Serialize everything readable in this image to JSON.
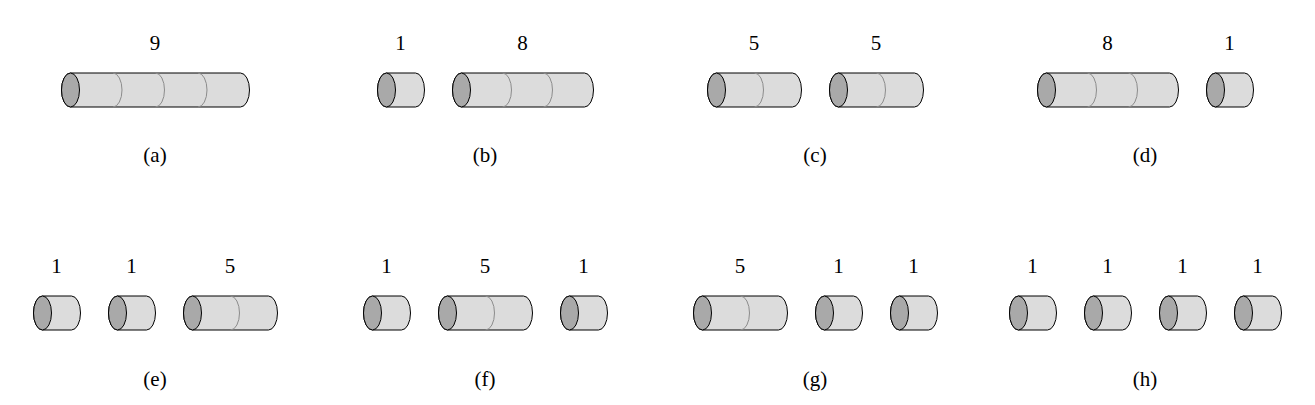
{
  "diagram": {
    "nodes": [
      {
        "text": [
          "9"
        ]
      },
      {
        "text": [
          "1"
        ]
      },
      {
        "text": [
          "8"
        ]
      },
      {
        "text": [
          "5"
        ]
      },
      {
        "text": [
          "5"
        ]
      },
      {
        "text": [
          "8"
        ]
      },
      {
        "text": [
          "1"
        ]
      },
      {
        "text": [
          "1"
        ]
      },
      {
        "text": [
          "1"
        ]
      },
      {
        "text": [
          "5"
        ]
      },
      {
        "text": [
          "1"
        ]
      },
      {
        "text": [
          "5"
        ]
      },
      {
        "text": [
          "1"
        ]
      },
      {
        "text": [
          "5"
        ]
      },
      {
        "text": [
          "1"
        ]
      },
      {
        "text": [
          "1"
        ]
      },
      {
        "text": [
          "1"
        ]
      },
      {
        "text": [
          "1"
        ]
      },
      {
        "text": [
          "1"
        ]
      },
      {
        "text": [
          "1"
        ]
      }
    ],
    "labels": [
      "(a)",
      "(b)",
      "(c)",
      "(d)",
      "(e)",
      "(f)",
      "(g)",
      "(h)"
    ]
  }
}
